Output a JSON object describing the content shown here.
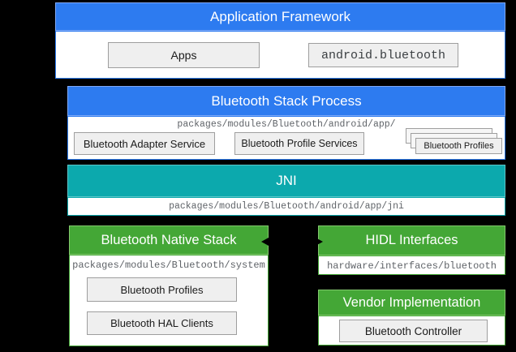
{
  "colors": {
    "canvas_bg": "#000000",
    "blue": "#2d7bf0",
    "teal": "#0ca9ad",
    "green": "#44a736",
    "box_fill": "#efefef",
    "box_border": "#9e9e9e",
    "path_text": "#5f6368"
  },
  "sections": {
    "app_framework": {
      "title": "Application Framework",
      "apps_label": "Apps",
      "api_label": "android.bluetooth"
    },
    "stack_process": {
      "title": "Bluetooth Stack Process",
      "path": "packages/modules/Bluetooth/android/app/",
      "adapter_service_label": "Bluetooth Adapter Service",
      "profile_services_label": "Bluetooth Profile Services",
      "profiles_label": "Bluetooth Profiles"
    },
    "jni": {
      "title": "JNI",
      "path": "packages/modules/Bluetooth/android/app/jni"
    },
    "native_stack": {
      "title": "Bluetooth Native Stack",
      "path": "packages/modules/Bluetooth/system",
      "profiles_label": "Bluetooth Profiles",
      "hal_clients_label": "Bluetooth HAL Clients"
    },
    "hidl": {
      "title": "HIDL Interfaces",
      "path": "hardware/interfaces/bluetooth"
    },
    "vendor": {
      "title": "Vendor Implementation",
      "controller_label": "Bluetooth Controller"
    }
  }
}
